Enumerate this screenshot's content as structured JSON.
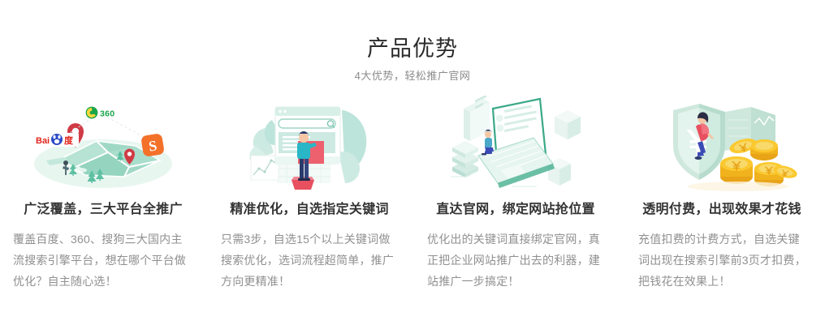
{
  "header": {
    "title": "产品优势",
    "subtitle": "4大优势，轻松推广官网"
  },
  "cards": [
    {
      "illustration_name": "search-platform-map-illustration",
      "illustration_logos": [
        "360",
        "Bai度",
        "S"
      ],
      "title": "广泛覆盖，三大平台全推广",
      "desc": "覆盖百度、360、搜狗三大国内主流搜索引擎平台，想在哪个平台做优化？自主随心选！"
    },
    {
      "illustration_name": "keyword-selection-browser-illustration",
      "illustration_logos": [],
      "title": "精准优化，自选指定关键词",
      "desc": "只需3步，自选15个以上关键词做搜索优化，选词流程超简单，推广方向更精准！"
    },
    {
      "illustration_name": "laptop-website-binding-illustration",
      "illustration_logos": [],
      "title": "直达官网，绑定网站抢位置",
      "desc": "优化出的关键词直接绑定官网，真正把企业网站推广出去的利器，建站推广一步搞定！"
    },
    {
      "illustration_name": "shield-coins-payment-illustration",
      "illustration_logos": [
        "¥"
      ],
      "title": "透明付费，出现效果才花钱",
      "desc": "充值扣费的计费方式，自选关键词出现在搜索引擎前3页才扣费，把钱花在效果上！"
    }
  ],
  "colors": {
    "background": "#ffffff",
    "title": "#2b2b2b",
    "subtitle": "#8c8c8c",
    "card_title": "#333333",
    "card_desc": "#909090",
    "mint": "#a8ded0",
    "mint_light": "#cfeee4",
    "green_accent": "#3fae7f",
    "pin_red": "#d2424b",
    "coin_gold": "#fbc02d",
    "sogou_orange": "#f4712a",
    "baidu_red": "#e1251b",
    "baidu_blue": "#2b4ac7",
    "360_green": "#19a54b"
  }
}
